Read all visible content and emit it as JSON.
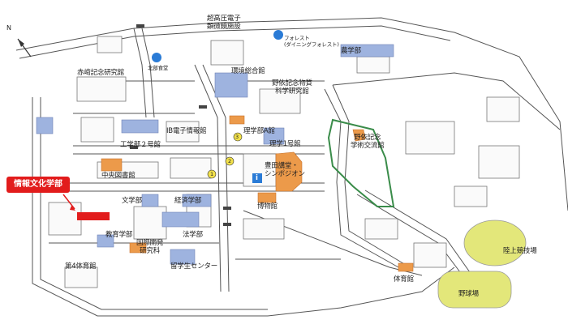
{
  "map": {
    "highlight_label": "情報文化学部",
    "north_label": "N",
    "labels": {
      "super_voltage": [
        "超高圧電子",
        "顕微鏡施設"
      ],
      "forest": [
        "フォレスト",
        "(ダイニングフォレスト)"
      ],
      "agriculture": "農学部",
      "akasaki": "赤﨑記念研究館",
      "kitabu": "北部食堂",
      "environment": "環境総合館",
      "noyori_lab": [
        "野依記念物質",
        "科学研究館"
      ],
      "ib": "IB電子情報館",
      "science_a": "理学部A館",
      "engineering2": "工学部２号館",
      "science1": "理学1号館",
      "noyori_exchange": [
        "野依記念",
        "学術交流館"
      ],
      "central_library": "中央図書館",
      "toyoda": [
        "豊田講堂・",
        "シンポジオン"
      ],
      "museum": "博物館",
      "literature": "文学部",
      "economics": "経済学部",
      "education": "教育学部",
      "law": "法学部",
      "gsid": [
        "国際開発",
        "研究科"
      ],
      "gym4": "第4体育館",
      "intl_center": "留学生センター",
      "gym": "体育館",
      "athletics": "陸上競技場",
      "baseball": "野球場",
      "circle1": "1",
      "circle2": "2",
      "circle3": "3",
      "info": "i"
    }
  },
  "colors": {
    "highlight": "#e21c1c",
    "building_blue": "#9eb3df",
    "building_orange": "#ec9a4a",
    "field_green": "#e3e77a",
    "forest_outline": "#3a8c4a"
  }
}
